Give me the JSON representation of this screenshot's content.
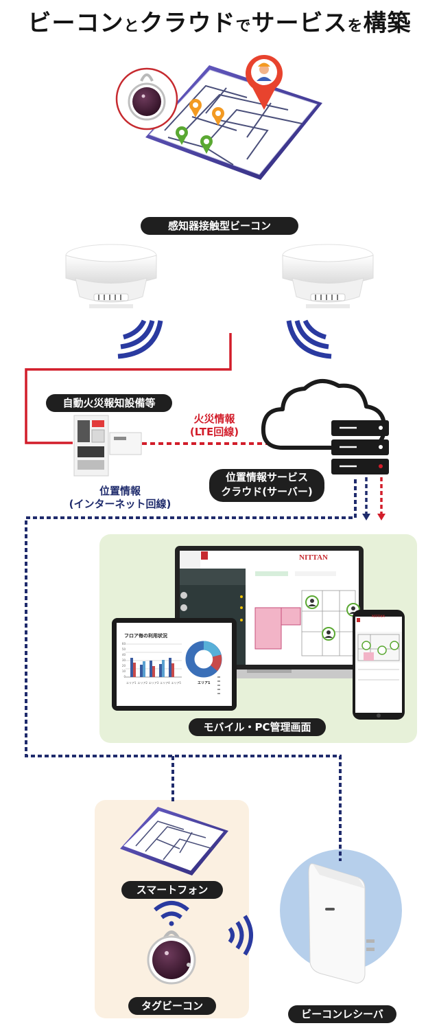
{
  "title_parts": {
    "a": "ビーコン",
    "b": "と",
    "c": "クラウド",
    "d": "で",
    "e": "サービス",
    "f": "を",
    "g": "構築"
  },
  "labels": {
    "detector_beacon": "感知器接触型ビーコン",
    "fire_alarm_equipment": "自動火災報知設備等",
    "fire_info_line1": "火災情報",
    "fire_info_line2": "(LTE回線)",
    "location_cloud_line1": "位置情報サービス",
    "location_cloud_line2": "クラウド(サーバー)",
    "location_info_line1": "位置情報",
    "location_info_line2": "(インターネット回線)",
    "mobile_pc_screen": "モバイル・PC管理画面",
    "smartphone": "スマートフォン",
    "tag_beacon": "タグビーコン",
    "beacon_receiver": "ビーコンレシーバ"
  },
  "screen": {
    "brand": "NITTAN",
    "chart_title": "フロア毎の利用状況",
    "chart_axis": [
      "60",
      "50",
      "40",
      "30",
      "20",
      "10",
      "0"
    ],
    "chart_cats": [
      "エリア1",
      "エリア2",
      "エリア3",
      "エリア4",
      "エリア5"
    ],
    "donut_label": "エリア1"
  },
  "colors": {
    "red_line": "#d21d2a",
    "navy_line": "#1f2b6c",
    "green_panel": "#e7f1d9",
    "beige_panel": "#fbf0e1",
    "receiver_circle": "#b6cfeb",
    "pin_red": "#e8432e",
    "pin_orange": "#f39a22",
    "pin_green": "#5aa832"
  }
}
